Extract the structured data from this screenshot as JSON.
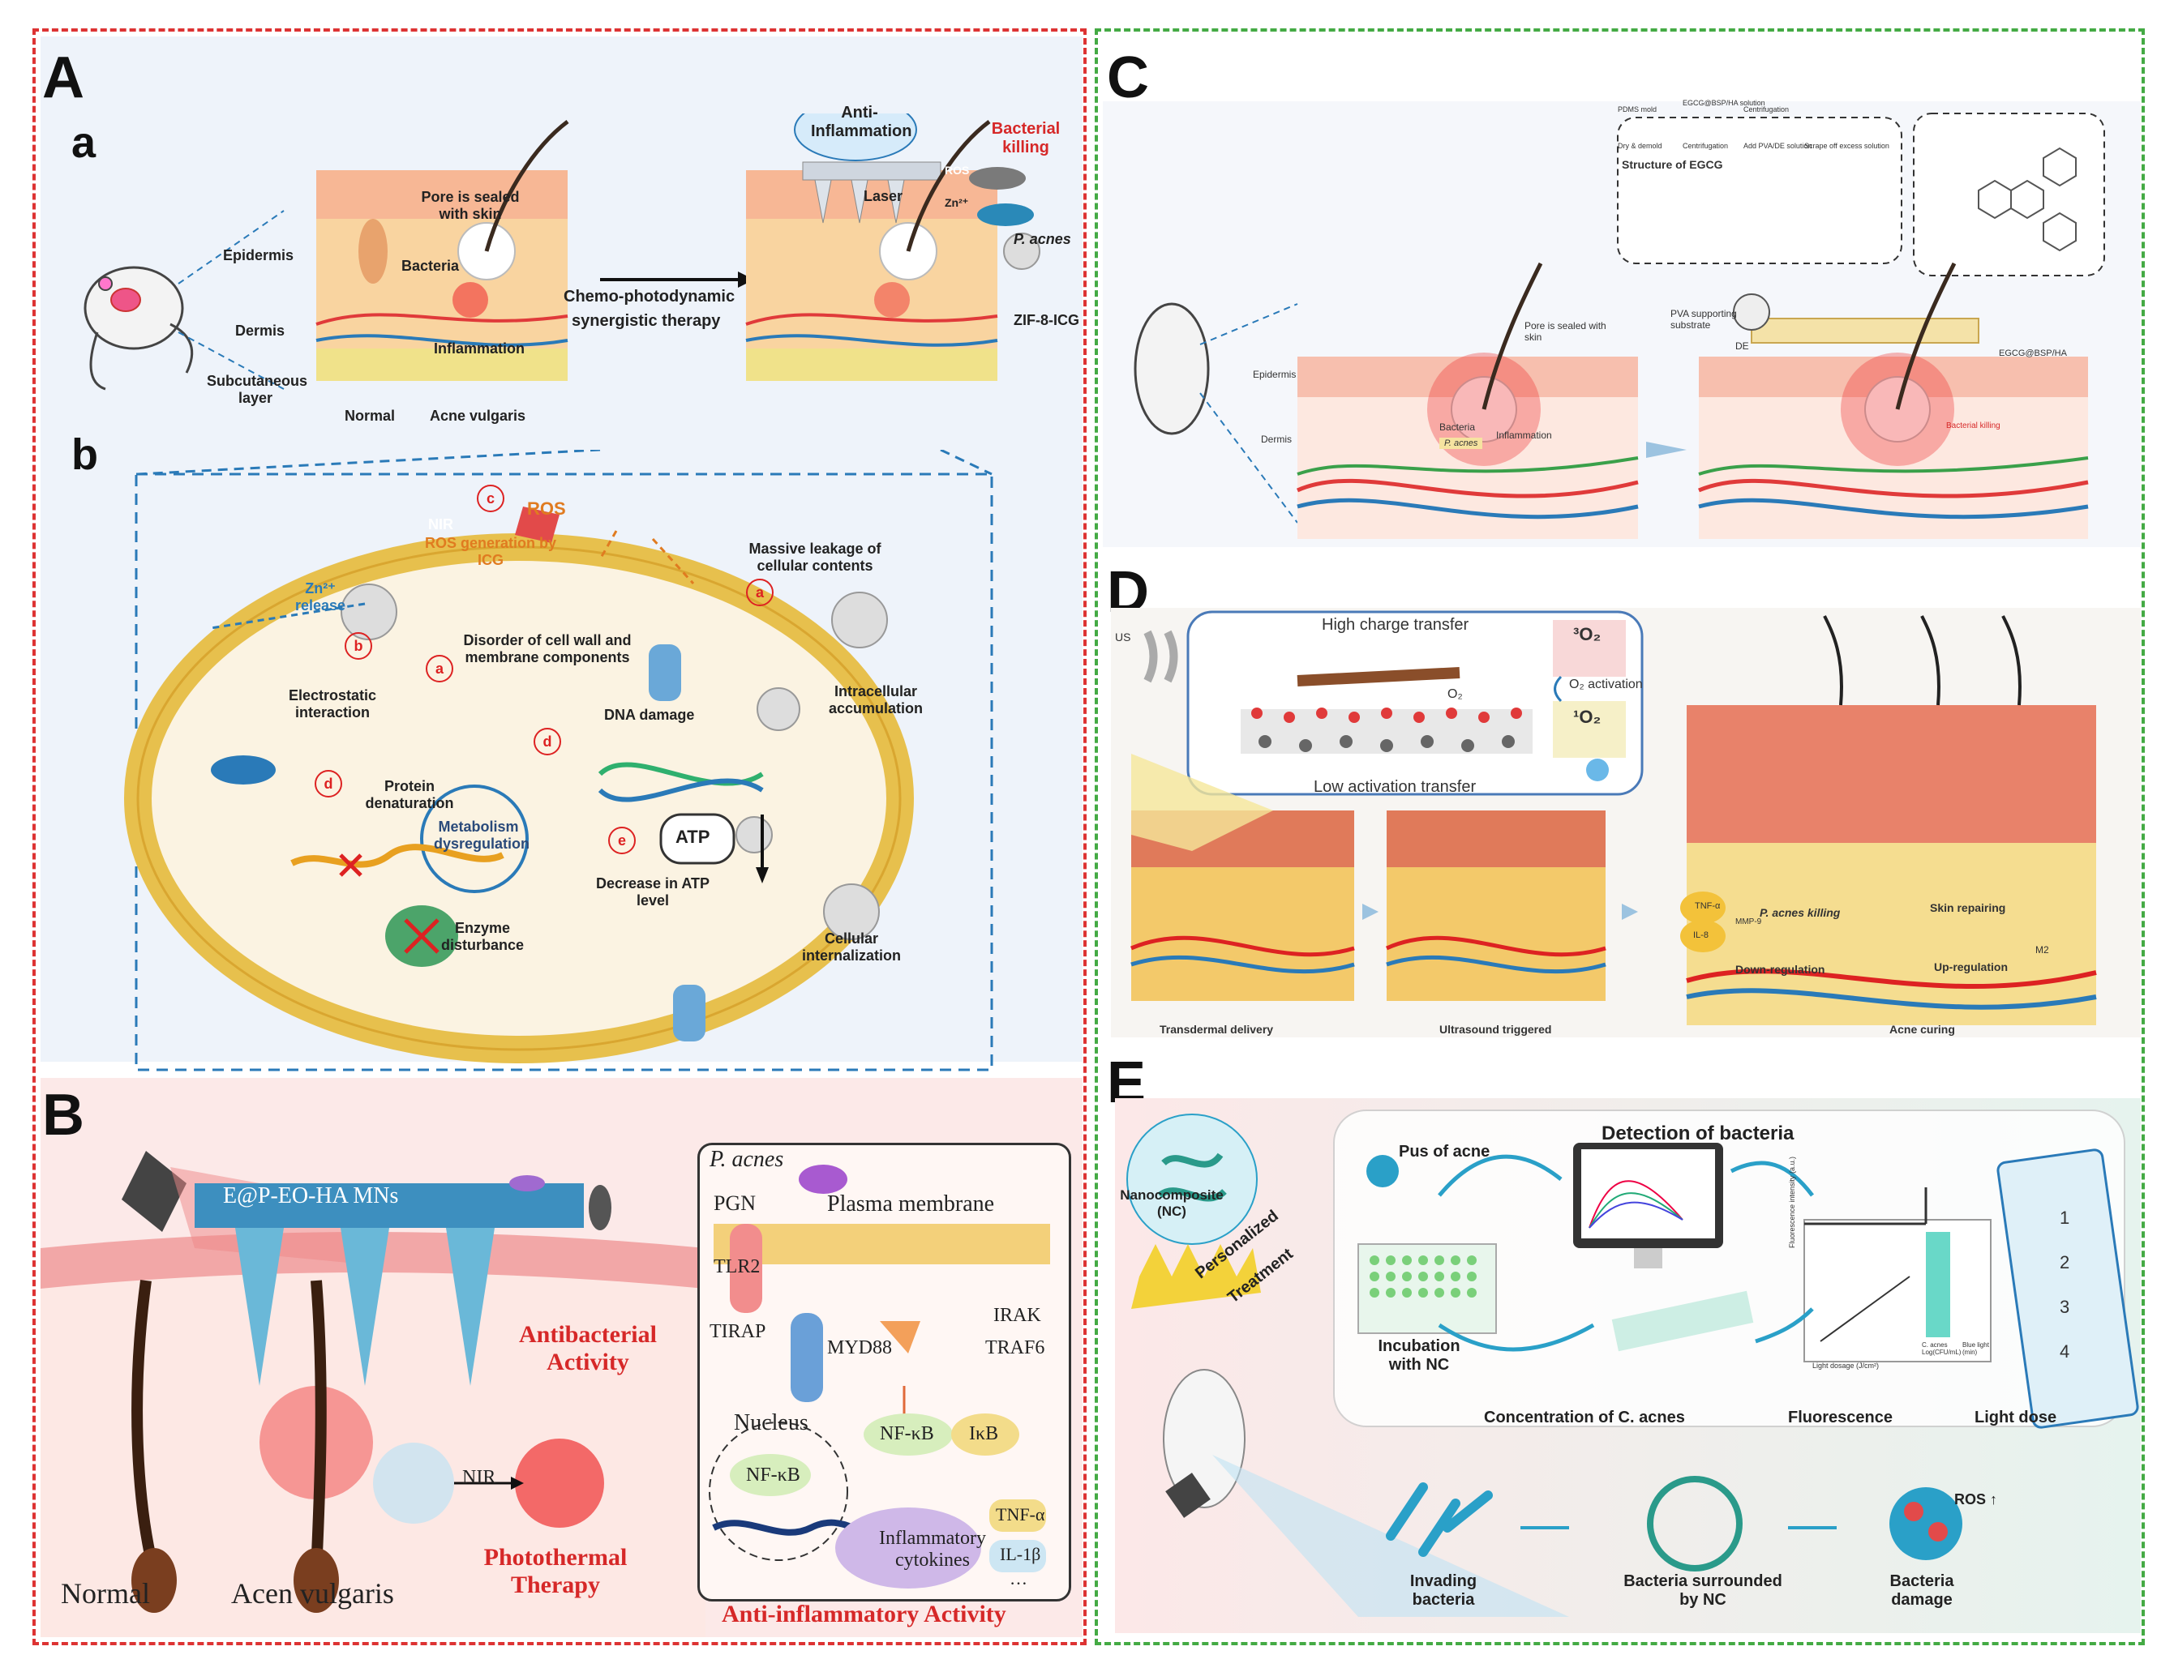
{
  "panels": {
    "A": {
      "letter": "A",
      "a": {
        "letter": "a",
        "skin_layers": [
          "Epidermis",
          "Dermis",
          "Subcutaneous layer"
        ],
        "normal": "Normal",
        "acne": "Acne vulgaris",
        "pore_sealed": "Pore is sealed with skin",
        "bacteria": "Bacteria",
        "inflammation": "Inflammation",
        "therapy_top": "Chemo-photodynamic",
        "therapy_bottom": "synergistic therapy",
        "anti_inflammation": "Anti-Inflammation",
        "bacterial_killing": "Bacterial killing",
        "laser": "Laser",
        "ros": "ROS",
        "zn": "Zn²⁺",
        "p_acnes": "P. acnes",
        "zif": "ZIF-8-ICG"
      },
      "b": {
        "letter": "b",
        "nir": "NIR",
        "ros_generation": "ROS generation by ICG",
        "ros": "ROS",
        "zn_release": "Zn²⁺ release",
        "massive_leakage": "Massive leakage of cellular contents",
        "disorder": "Disorder of cell wall and membrane components",
        "electrostatic": "Electrostatic interaction",
        "dna_damage": "DNA damage",
        "intracellular": "Intracellular accumulation",
        "protein": "Protein denaturation",
        "metabolism": "Metabolism dysregulation",
        "atp": "ATP",
        "decrease_atp": "Decrease in ATP level",
        "enzyme": "Enzyme disturbance",
        "internalization": "Cellular internalization",
        "circle_labels": [
          "a",
          "b",
          "c",
          "d",
          "e"
        ]
      }
    },
    "B": {
      "letter": "B",
      "mns": "E@P-EO-HA MNs",
      "antibacterial": "Antibacterial Activity",
      "nir": "NIR",
      "photothermal": "Photothermal Therapy",
      "normal": "Normal",
      "acne": "Acen vulgaris",
      "p_acnes": "P. acnes",
      "pgn": "PGN",
      "plasma": "Plasma membrane",
      "tlr2": "TLR2",
      "tirap": "TIRAP",
      "myd88": "MYD88",
      "irak": "IRAK",
      "traf6": "TRAF6",
      "nucleus": "Nucleus",
      "nfkb": "NF-κB",
      "ikb": "IκB",
      "inflammatory": "Inflammatory cytokines",
      "tnf": "TNF-α",
      "il1b": "IL-1β",
      "dots": "…",
      "anti_inflam": "Anti-inflammatory Activity"
    },
    "C": {
      "letter": "C",
      "pore_sealed": "Pore is sealed with skin",
      "epidermis": "Epidermis",
      "dermis": "Dermis",
      "bacteria": "Bacteria",
      "p_acnes": "P. acnes",
      "inflammation": "Inflammation",
      "pva": "PVA supporting substrate",
      "de": "DE",
      "egcg_bsp": "EGCG@BSP/HA",
      "egcg_structure": "Structure of EGCG",
      "bacterial_killing": "Bacterial killing",
      "process": [
        "PDMS mold",
        "EGCG@BSP/HA solution",
        "Centrifugation",
        "Dry & demold",
        "Centrifugation",
        "Add PVA/DE solution",
        "Scrape off excess solution"
      ]
    },
    "D": {
      "letter": "D",
      "us": "US",
      "high_charge": "High charge transfer",
      "low_activation": "Low activation transfer",
      "o2_activation": "O₂ activation",
      "o2": "O₂",
      "triplet": "³O₂",
      "singlet": "¹O₂",
      "transdermal": "Transdermal delivery",
      "ultrasound": "Ultrasound triggered",
      "acne_curing": "Acne curing",
      "p_acnes_killing": "P. acnes killing",
      "skin_repairing": "Skin repairing",
      "down": "Down-regulation",
      "up": "Up-regulation",
      "tnf": "TNF-α",
      "il8": "IL-8",
      "mmp": "MMP-9",
      "m2": "M2"
    },
    "E": {
      "letter": "E",
      "nanocomposite": "Nanocomposite (NC)",
      "personalized": "Personalized",
      "treatment": "Treatment",
      "detection": "Detection of bacteria",
      "pus": "Pus of acne",
      "incubation": "Incubation with NC",
      "concentration": "Concentration of C. acnes",
      "fluorescence": "Fluorescence",
      "light_dose": "Light dose",
      "invading": "Invading bacteria",
      "surrounded": "Bacteria surrounded by NC",
      "damage": "Bacteria damage",
      "ros_up": "ROS ↑",
      "plot_xlabel": "Light dosage (J/cm²)",
      "plot_ylabel": "Fluorescence intensity (a.u.)",
      "colorbar_left": "C. acnes Log(CFU/mL)",
      "colorbar_right": "Blue light (min)",
      "checklist": [
        "1",
        "2",
        "3",
        "4"
      ]
    }
  },
  "colors": {
    "red_border": "#d33333",
    "green_border": "#44aa44",
    "blue_dash": "#2a7ab8",
    "red_text": "#d62828",
    "orange_text": "#e07b20",
    "blue_text": "#2a7ab8",
    "panel_bg": "#eef3fa"
  }
}
